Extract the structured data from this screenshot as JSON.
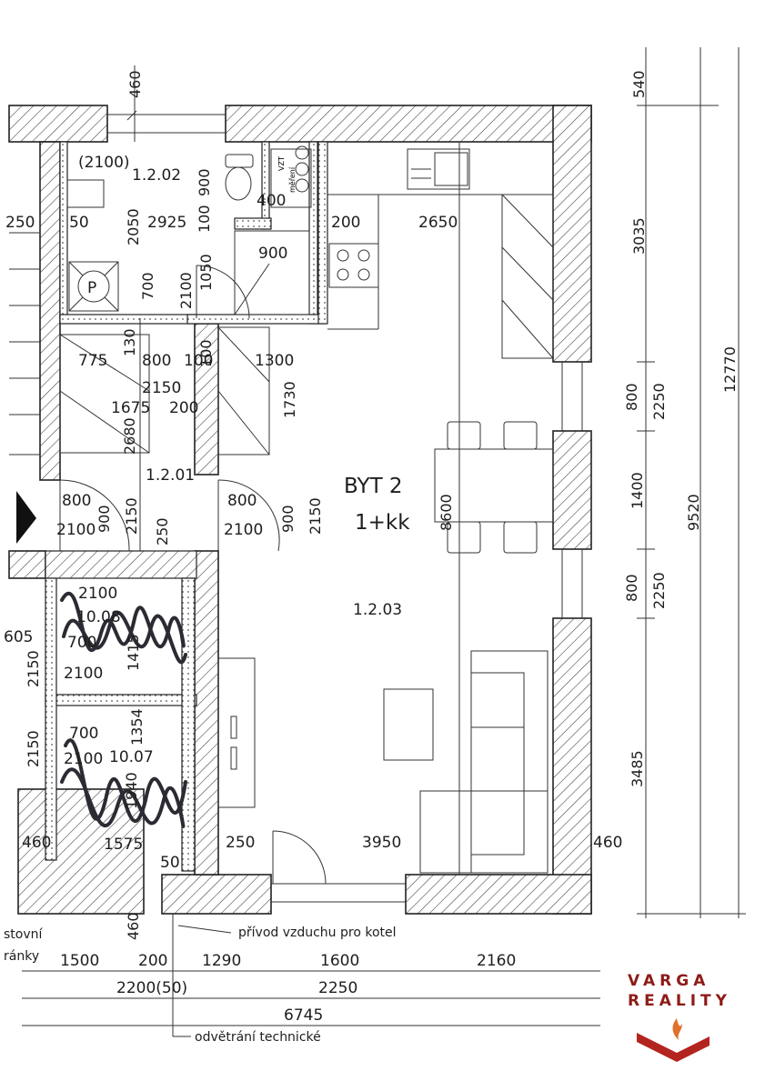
{
  "apartment": {
    "title": "BYT 2",
    "layout": "1+kk"
  },
  "rooms": {
    "bathroom": "1.2.02",
    "hall": "1.2.01",
    "living": "1.2.03",
    "storage_upper": "10.08",
    "storage_lower": "10.07"
  },
  "labels": {
    "opening_bath": "(2100)",
    "boiler_symbol": "P",
    "air_supply": "přívod vzduchu pro kotel",
    "vent_tech": "odvětrání technické",
    "cut_note_1": "stovní",
    "cut_note_2": "ránky",
    "meter_1": "VZT",
    "meter_2": "měření"
  },
  "dimensions": {
    "top_wall": "460",
    "right_top": "540",
    "right_kitchen": "3035",
    "right_window1": "800",
    "right_win1_total": "2250",
    "right_pier": "1400",
    "right_window2": "800",
    "right_win2_total": "2250",
    "right_living": "3485",
    "right_total_inner": "9520",
    "right_total": "12770",
    "bath_900": "900",
    "bath_100a": "100",
    "bath_width": "2925",
    "bath_2050": "2050",
    "bath_50": "50",
    "bath_1050": "1050",
    "bath_2100": "2100",
    "bath_700": "700",
    "shower_900": "900",
    "wall_250_left": "250",
    "partition_100": "100",
    "kitchen_200": "200",
    "kitchen_2650": "2650",
    "wc_400": "400",
    "hall_775": "775",
    "hall_130": "130",
    "hall_800": "800",
    "hall_100": "100",
    "hall_1300": "1300",
    "hall_2150": "2150",
    "hall_1675": "1675",
    "hall_200": "200",
    "hall_1730": "1730",
    "hall_2680": "2680",
    "door_800_l": "800",
    "door_2100_l": "2100",
    "door_900_l": "900",
    "door_2150_l": "2150",
    "door_250": "250",
    "door_800_r": "800",
    "door_2100_r": "2100",
    "door_900_r": "900",
    "door_2150_r": "2150",
    "living_8600": "8600",
    "st_2100a": "2100",
    "st_1415": "1415",
    "st_700a": "700",
    "st_2100b": "2100",
    "st_700b": "700",
    "st_2100c": "2100",
    "st_1354": "1354",
    "st_1940": "1940",
    "st_1575": "1575",
    "st_50": "50",
    "left_605": "605",
    "left_2150a": "2150",
    "left_2150b": "2150",
    "left_460": "460",
    "bottom_wall_250": "250",
    "bottom_3950": "3950",
    "bottom_right_460": "460",
    "bottom_wall_460": "460",
    "b_1500": "1500",
    "b_200": "200",
    "b_1290": "1290",
    "b_1600": "1600",
    "b_2160": "2160",
    "b_2200": "2200(50)",
    "b_2250": "2250",
    "b_6745": "6745"
  },
  "logo": {
    "line1": "VARGA",
    "line2": "REALITY",
    "accent": "#8e1b17"
  }
}
